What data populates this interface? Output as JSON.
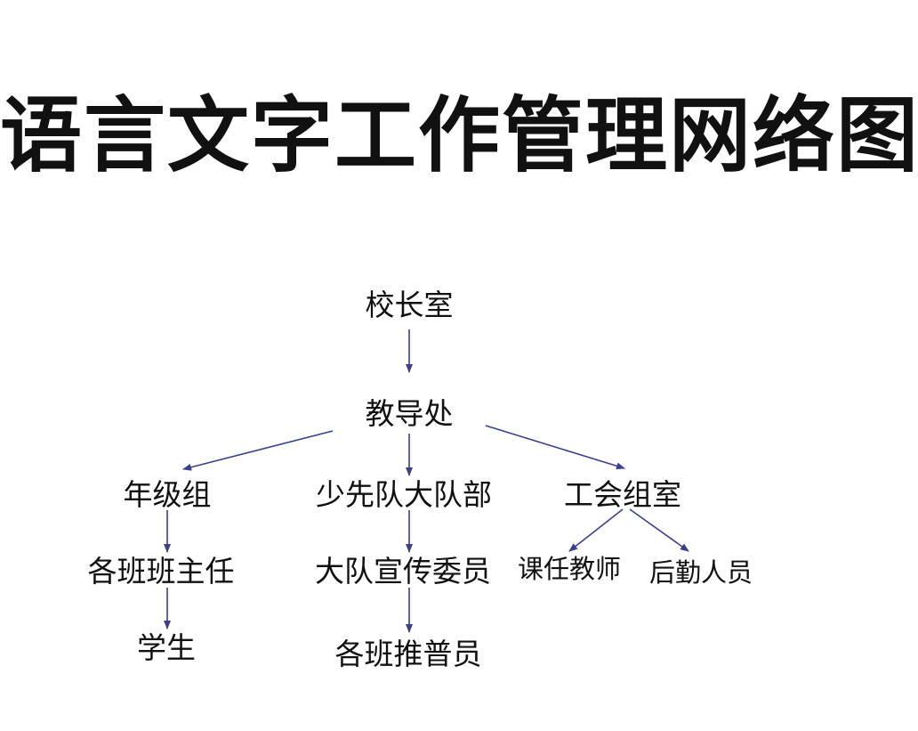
{
  "title": "语言文字工作管理网络图",
  "colors": {
    "edge": "#3b3f8f",
    "text": "#111111"
  },
  "nodes": {
    "principal_office": "校长室",
    "teaching_office": "教导处",
    "grade_group": "年级组",
    "young_pioneers_brigade": "少先队大队部",
    "union_group": "工会组室",
    "class_head_teachers": "各班班主任",
    "brigade_publicity_member": "大队宣传委员",
    "subject_teachers": "课任教师",
    "logistics_staff": "后勤人员",
    "students": "学生",
    "class_promoters": "各班推普员"
  },
  "edges": [
    {
      "from": "principal_office",
      "to": "teaching_office"
    },
    {
      "from": "teaching_office",
      "to": "grade_group"
    },
    {
      "from": "teaching_office",
      "to": "young_pioneers_brigade"
    },
    {
      "from": "teaching_office",
      "to": "union_group"
    },
    {
      "from": "grade_group",
      "to": "class_head_teachers"
    },
    {
      "from": "class_head_teachers",
      "to": "students"
    },
    {
      "from": "young_pioneers_brigade",
      "to": "brigade_publicity_member"
    },
    {
      "from": "brigade_publicity_member",
      "to": "class_promoters"
    },
    {
      "from": "union_group",
      "to": "subject_teachers"
    },
    {
      "from": "union_group",
      "to": "logistics_staff"
    }
  ]
}
